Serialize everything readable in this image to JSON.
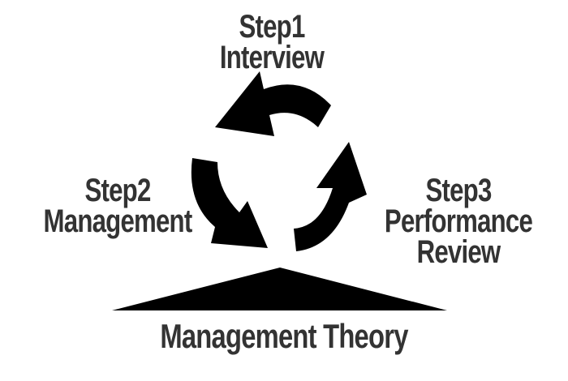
{
  "diagram": {
    "steps": [
      {
        "lines": [
          "Step1",
          "Interview"
        ]
      },
      {
        "lines": [
          "Step2",
          "Management"
        ]
      },
      {
        "lines": [
          "Step3",
          "Performance",
          "Review"
        ]
      }
    ],
    "base_label": "Management Theory"
  },
  "colors": {
    "shape_fill": "#000000",
    "text": "#333333",
    "background": "#ffffff"
  }
}
